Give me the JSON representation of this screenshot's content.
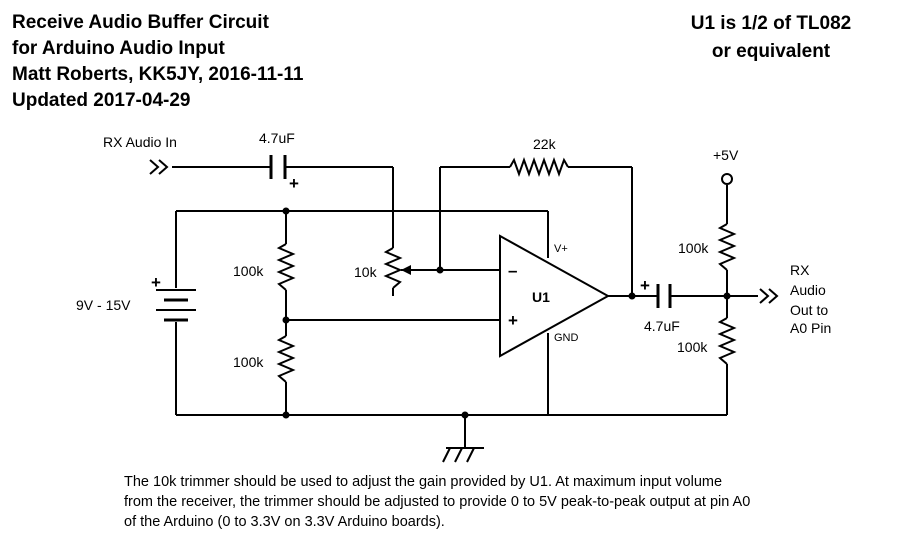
{
  "header": {
    "title_lines": [
      "Receive Audio Buffer Circuit",
      "for Arduino Audio Input",
      "Matt Roberts, KK5JY, 2016-11-11",
      "Updated 2017-04-29"
    ],
    "note_lines": [
      "U1 is 1/2 of TL082",
      "or equivalent"
    ]
  },
  "schematic": {
    "input_label": "RX Audio In",
    "input_cap": "4.7uF",
    "feedback_res": "22k",
    "supply_label": "+5V",
    "battery_label": "9V - 15V",
    "divider_top": "100k",
    "divider_bottom": "100k",
    "trimmer": "10k",
    "opamp": "U1",
    "opamp_vplus": "V+",
    "opamp_gnd": "GND",
    "opamp_inv": "–",
    "opamp_noninv": "+",
    "cap_plus": "+",
    "battery_plus": "+",
    "output_cap": "4.7uF",
    "out_res_top": "100k",
    "out_res_bottom": "100k",
    "output_label_lines": [
      "RX",
      "Audio",
      "Out to",
      "A0 Pin"
    ]
  },
  "footnote_lines": [
    "The 10k trimmer should be used to adjust the gain provided by U1.  At maximum input volume",
    "from the receiver, the trimmer should be adjusted to provide 0 to 5V peak-to-peak output at pin A0",
    "of the Arduino (0 to 3.3V on 3.3V Arduino boards)."
  ]
}
